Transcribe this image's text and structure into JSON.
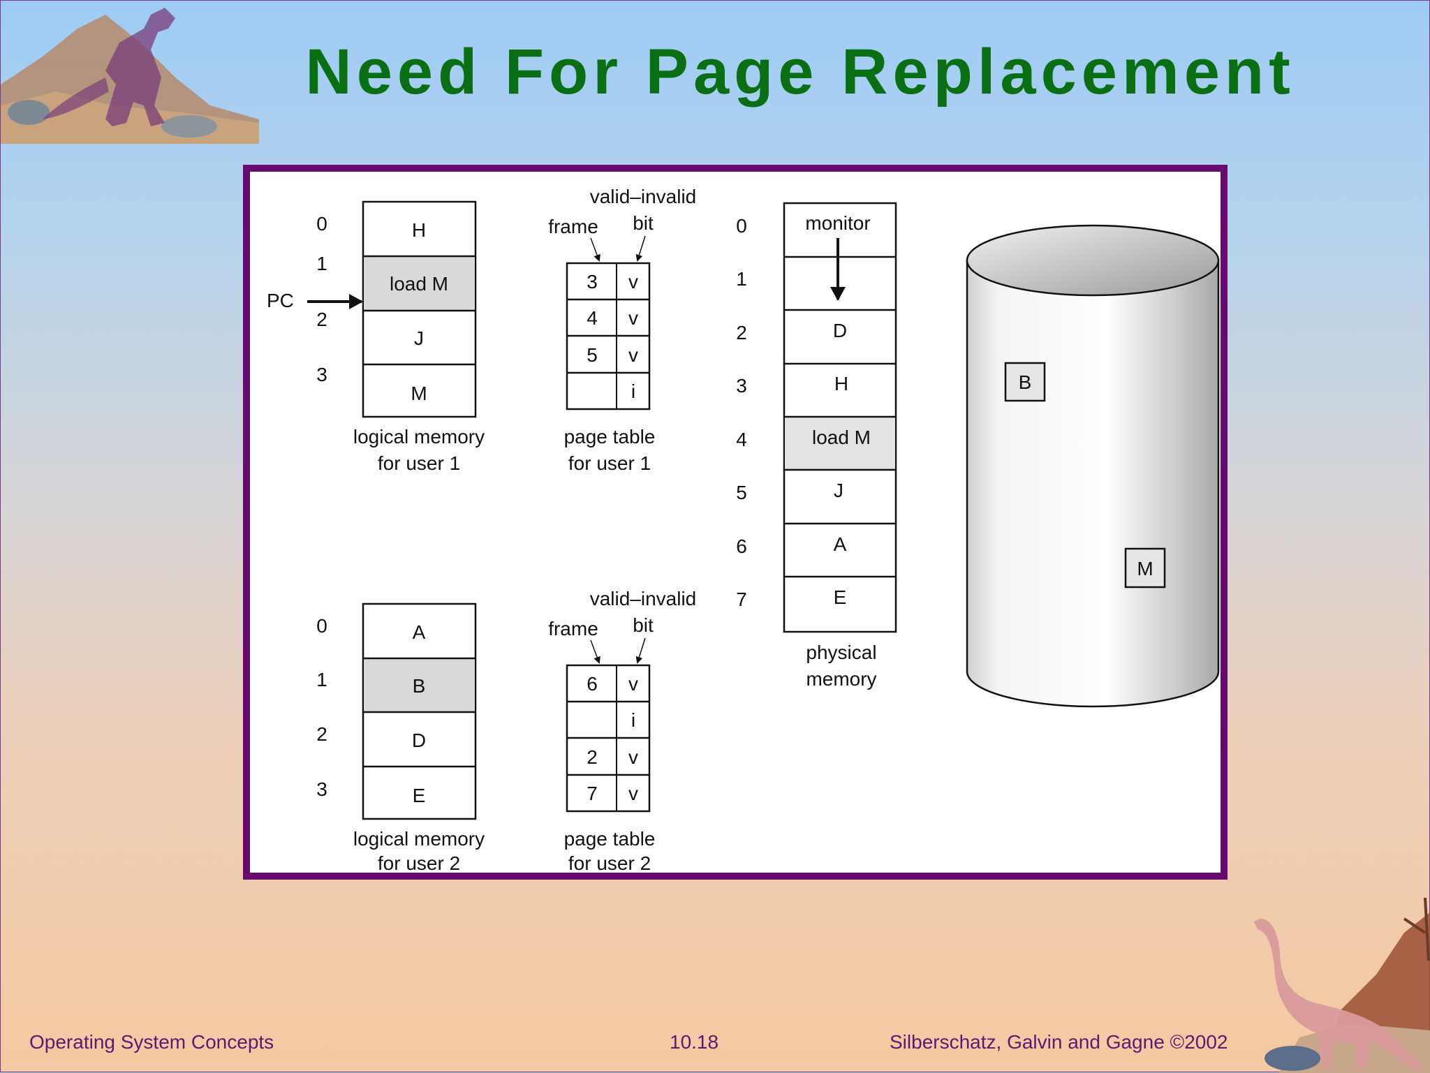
{
  "slide": {
    "title": "Need For Page Replacement",
    "footer_left": "Operating System Concepts",
    "footer_center": "10.18",
    "footer_right": "Silberschatz, Galvin and  Gagne ©2002"
  },
  "colors": {
    "title": "#0a6e12",
    "panel_border": "#660a6f",
    "footer_text": "#5b1a72",
    "highlight_cell": "#d9d9d9"
  },
  "diagram": {
    "pc_label": "PC",
    "frame_label": "frame",
    "valid_invalid_line1": "valid–invalid",
    "valid_invalid_line2": "bit",
    "user1": {
      "logical_memory": {
        "indices": [
          "0",
          "1",
          "2",
          "3"
        ],
        "cells": [
          "H",
          "load M",
          "J",
          "M"
        ],
        "caption_line1": "logical memory",
        "caption_line2": "for user 1"
      },
      "page_table": {
        "frames": [
          "3",
          "4",
          "5",
          ""
        ],
        "bits": [
          "v",
          "v",
          "v",
          "i"
        ],
        "caption_line1": "page table",
        "caption_line2": "for user 1"
      }
    },
    "user2": {
      "logical_memory": {
        "indices": [
          "0",
          "1",
          "2",
          "3"
        ],
        "cells": [
          "A",
          "B",
          "D",
          "E"
        ],
        "caption_line1": "logical memory",
        "caption_line2": "for user 2"
      },
      "page_table": {
        "frames": [
          "6",
          "",
          "2",
          "7"
        ],
        "bits": [
          "v",
          "i",
          "v",
          "v"
        ],
        "caption_line1": "page table",
        "caption_line2": "for user 2"
      }
    },
    "physical_memory": {
      "indices": [
        "0",
        "1",
        "2",
        "3",
        "4",
        "5",
        "6",
        "7"
      ],
      "cells": [
        "monitor",
        "",
        "D",
        "H",
        "load M",
        "J",
        "A",
        "E"
      ],
      "caption_line1": "physical",
      "caption_line2": "memory"
    },
    "disk": {
      "items": [
        "B",
        "M"
      ]
    }
  }
}
